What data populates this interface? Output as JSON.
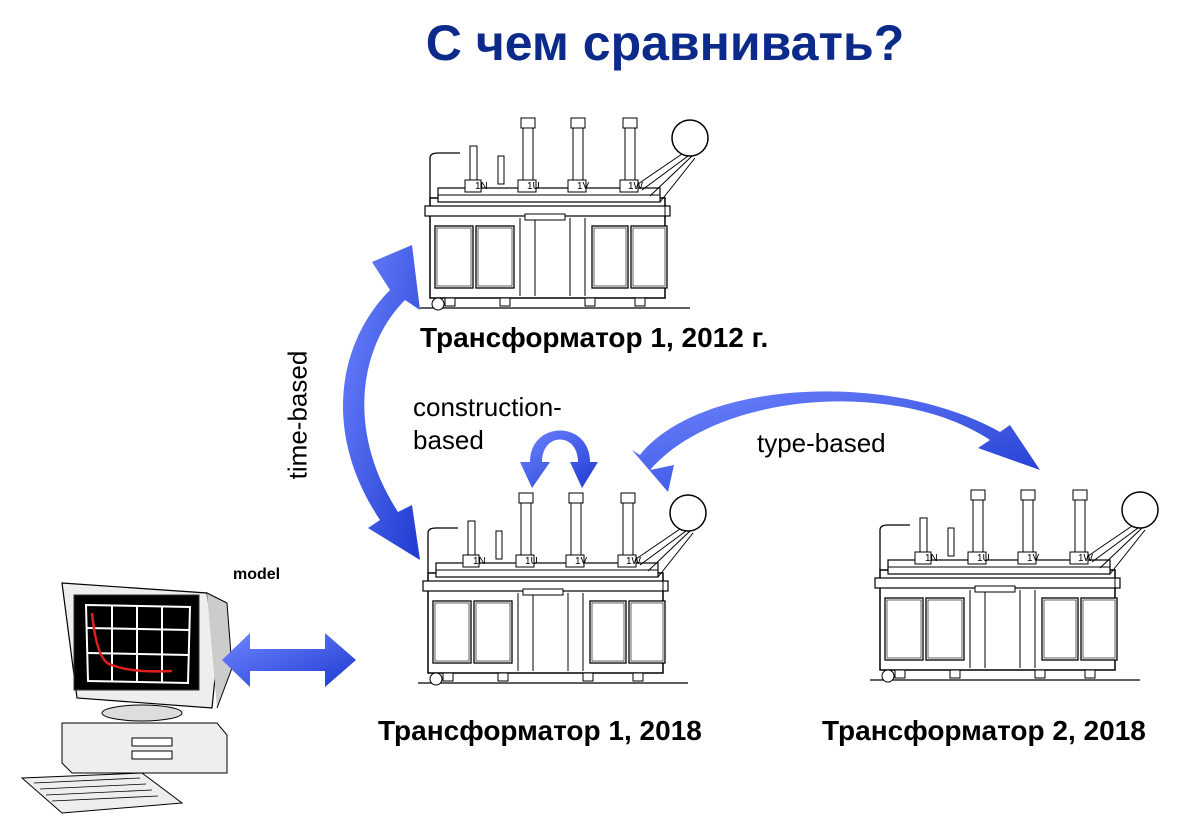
{
  "title": "С чем сравнивать?",
  "captions": {
    "t1_2012": "Трансформатор 1, 2012 г.",
    "t1_2018": "Трансформатор 1, 2018",
    "t2_2018": "Трансформатор 2, 2018"
  },
  "arrows": {
    "time": "time-based",
    "construction_1": "construction-",
    "construction_2": "based",
    "type": "type-based",
    "model": "model"
  },
  "bushing_labels": [
    "1N",
    "1U",
    "1V",
    "1W"
  ],
  "colors": {
    "title": "#0b2a8a",
    "arrow": "#3a5cf0",
    "arrow_dark": "#1f3ad0"
  }
}
